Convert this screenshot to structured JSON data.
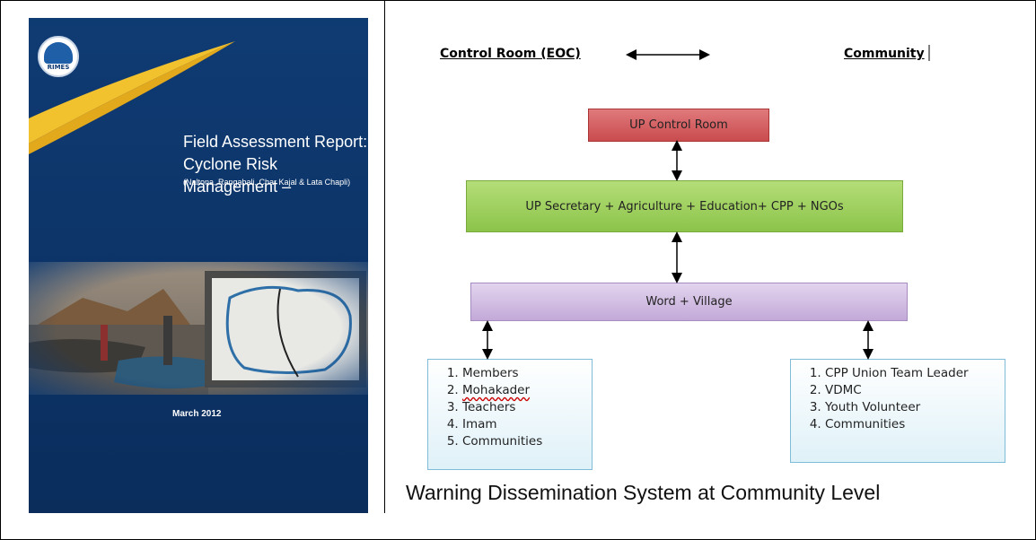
{
  "cover": {
    "logo_text": "RIMES",
    "title_line1": "Field Assessment Report:",
    "title_line2": "Cyclone Risk Management –",
    "subtitle": "(Naltona, Rangabali, Char Kajal & Lata Chapli)",
    "date": "March 2012",
    "colors": {
      "background": "#0f3b73",
      "swoosh": "#f2c12e"
    }
  },
  "diagram": {
    "left_header": "Control Room (EOC)",
    "right_header": "Community",
    "nodes": {
      "control_room": "UP Control Room",
      "secretary": "UP Secretary + Agriculture + Education+ CPP + NGOs",
      "word_village": "Word + Village"
    },
    "left_list": [
      "Members",
      "Mohakader",
      "Teachers",
      "Imam",
      "Communities"
    ],
    "right_list": [
      "CPP Union Team Leader",
      "VDMC",
      "Youth Volunteer",
      "Communities"
    ],
    "colors": {
      "control_room": "#d9595c",
      "secretary": "#9ed15a",
      "word_village": "#cdb6df",
      "list_border": "#7fbcd8"
    }
  },
  "caption": "Warning Dissemination System at Community Level"
}
